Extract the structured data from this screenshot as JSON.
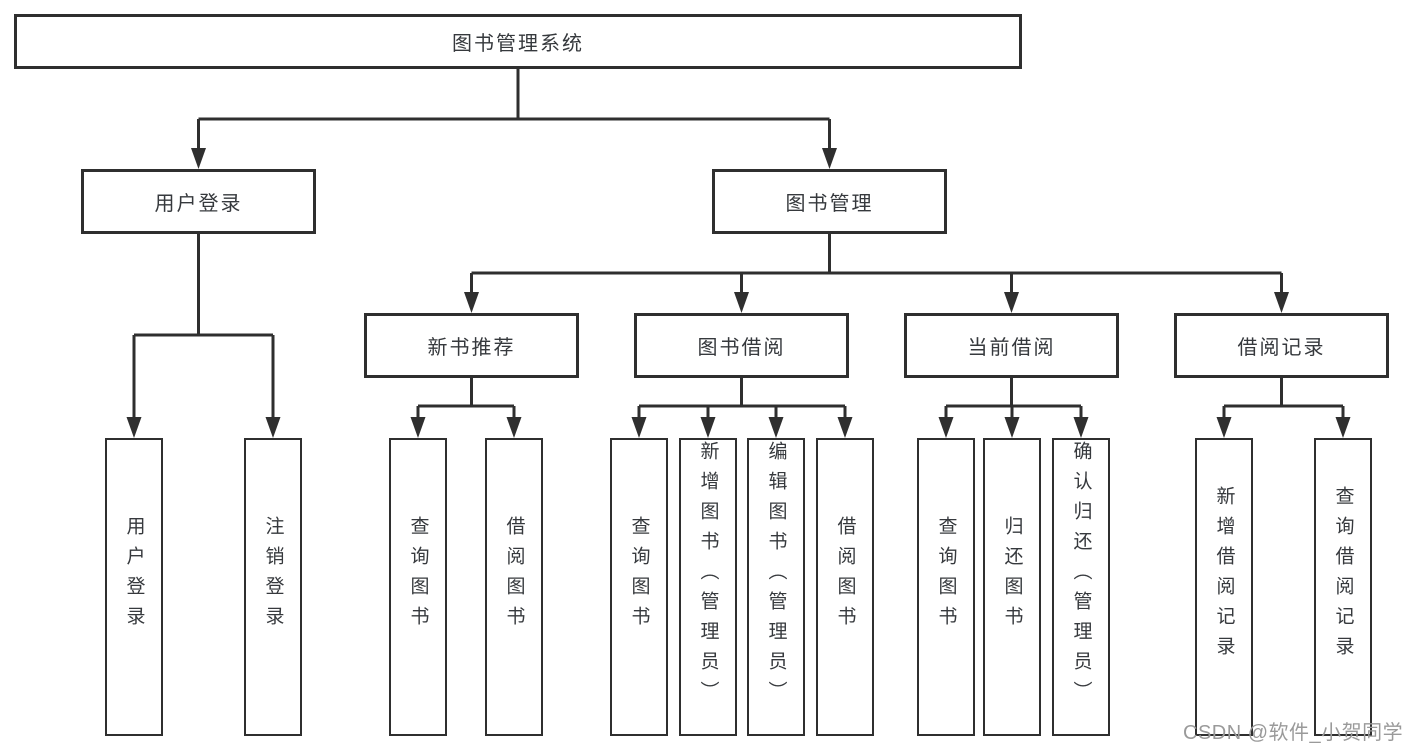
{
  "diagram": {
    "title_node": {
      "label": "图书管理系统"
    },
    "level2": [
      {
        "label": "用户登录"
      },
      {
        "label": "图书管理"
      }
    ],
    "level3": [
      {
        "label": "新书推荐"
      },
      {
        "label": "图书借阅"
      },
      {
        "label": "当前借阅"
      },
      {
        "label": "借阅记录"
      }
    ],
    "leaves": [
      {
        "label": "用户登录",
        "parent": "用户登录"
      },
      {
        "label": "注销登录",
        "parent": "用户登录"
      },
      {
        "label": "查询图书",
        "parent": "新书推荐"
      },
      {
        "label": "借阅图书",
        "parent": "新书推荐"
      },
      {
        "label": "查询图书",
        "parent": "图书借阅"
      },
      {
        "label": "新增图书（管理员）",
        "parent": "图书借阅"
      },
      {
        "label": "编辑图书（管理员）",
        "parent": "图书借阅"
      },
      {
        "label": "借阅图书",
        "parent": "图书借阅"
      },
      {
        "label": "查询图书",
        "parent": "当前借阅"
      },
      {
        "label": "归还图书",
        "parent": "当前借阅"
      },
      {
        "label": "确认归还（管理员）",
        "parent": "当前借阅"
      },
      {
        "label": "新增借阅记录",
        "parent": "借阅记录"
      },
      {
        "label": "查询借阅记录",
        "parent": "借阅记录"
      }
    ],
    "colors": {
      "line": "#2f2f2f",
      "text": "#36393d",
      "box_background": "#ffffff",
      "watermark": "#9a9a9a"
    }
  },
  "watermark": {
    "text": "CSDN @软件_小贺同学"
  }
}
